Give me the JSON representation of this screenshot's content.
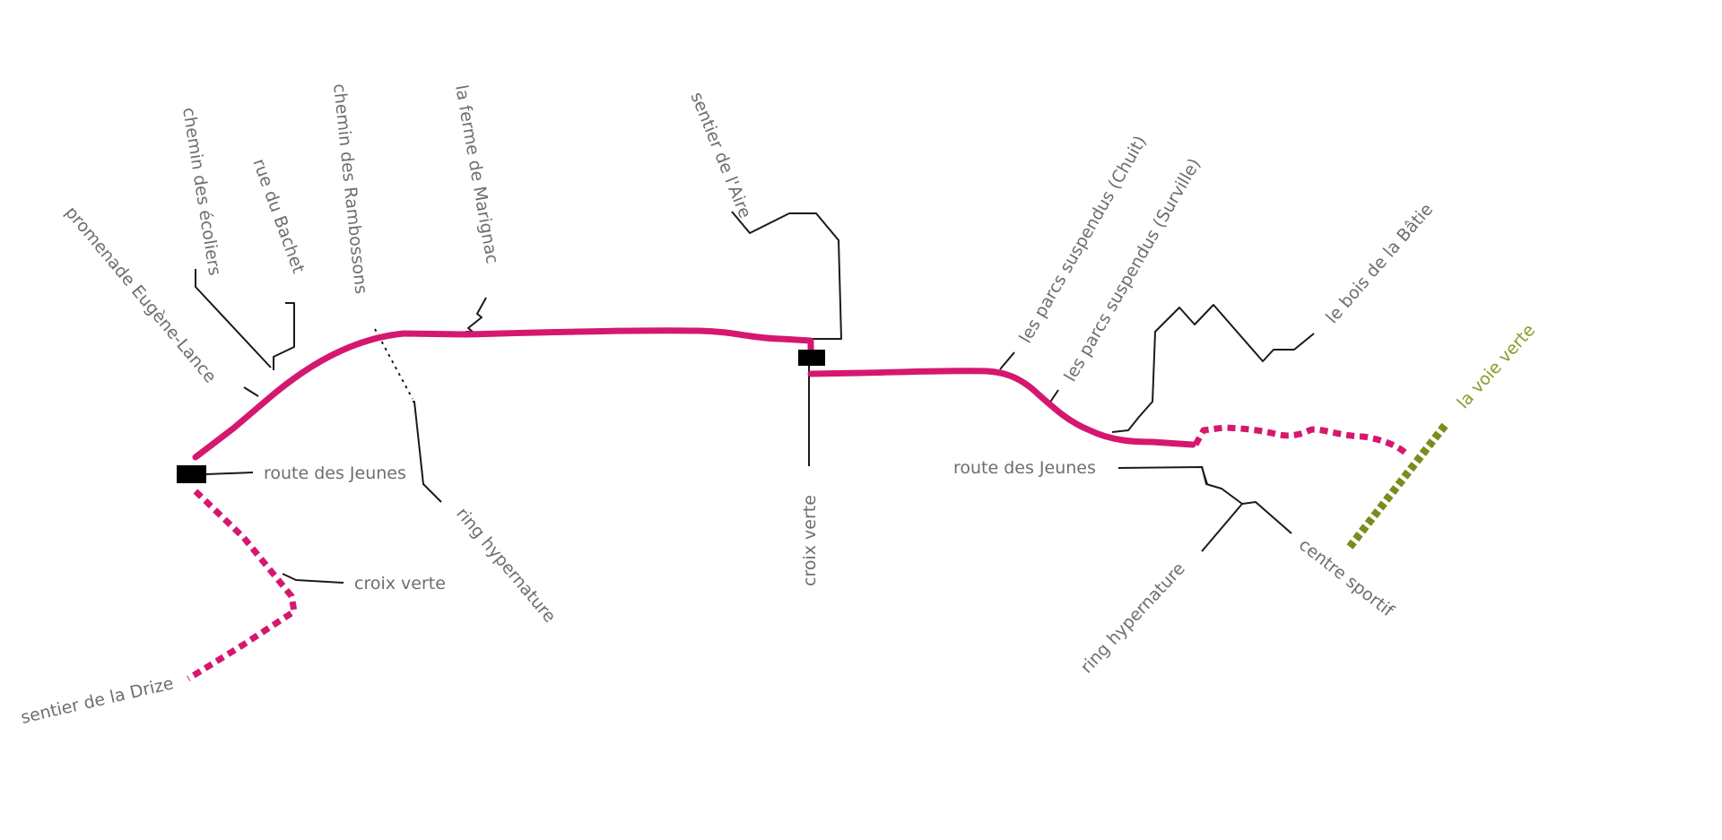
{
  "colors": {
    "route": "#d6176f",
    "voie_verte": "#7a8c1e",
    "voie_verte_label": "#8a9a2a",
    "label": "#6e6e6e",
    "leader": "#1a1a1a",
    "node": "#000000"
  },
  "labels": {
    "promenade_eugene_lance": "promenade Eugène-Lance",
    "chemin_des_ecoliers": "chemin des écoliers",
    "rue_du_bachet": "rue du Bachet",
    "chemin_des_rambossons": "chemin des Rambossons",
    "la_ferme_de_marignac": "la ferme de Marignac",
    "sentier_de_laire": "sentier de l'Aire",
    "parcs_suspendus_chuit": "les parcs suspendus (Chuit)",
    "parcs_suspendus_surville": "les parcs suspendus (Surville)",
    "le_bois_de_la_batie": "le bois de la Bâtie",
    "la_voie_verte": "la voie verte",
    "route_des_jeunes_left": "route des Jeunes",
    "route_des_jeunes_right": "route des Jeunes",
    "croix_verte_left": "croix verte",
    "croix_verte_middle": "croix verte",
    "sentier_de_la_drize": "sentier de la Drize",
    "ring_hypernature_left": "ring hypernature",
    "ring_hypernature_right": "ring hypernature",
    "centre_sportif": "centre sportif"
  }
}
